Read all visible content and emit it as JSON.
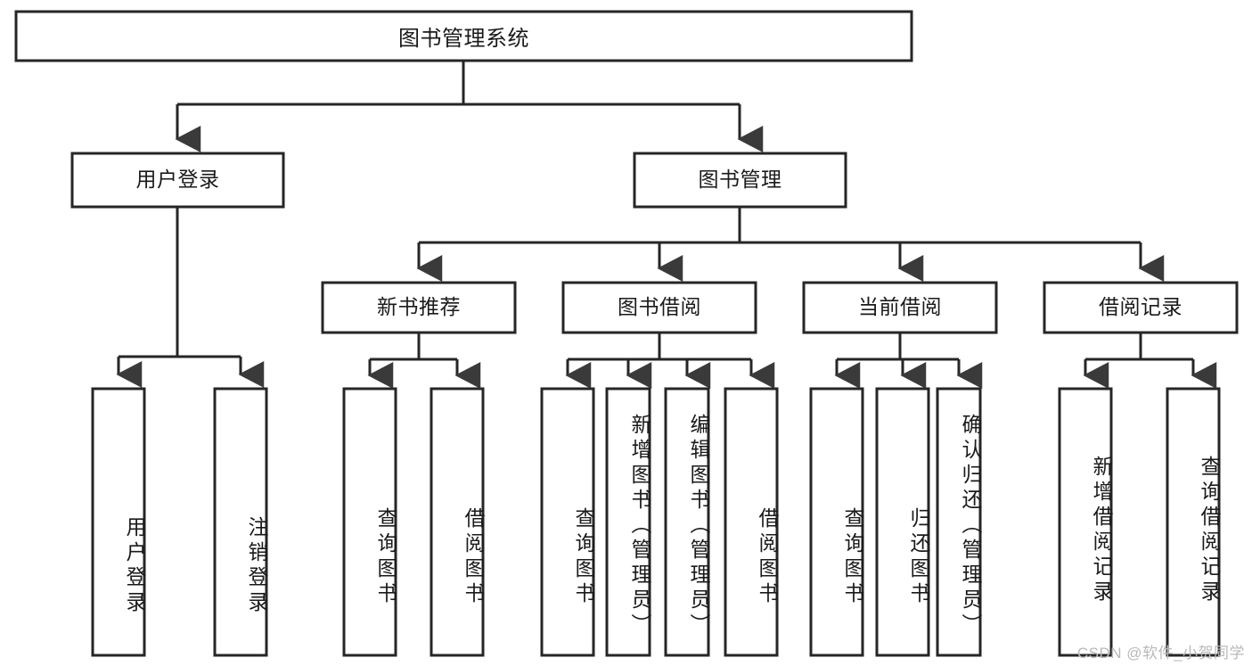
{
  "diagram": {
    "type": "tree-hierarchy",
    "title": "图书管理系统",
    "root": {
      "id": "root",
      "label": "图书管理系统"
    },
    "level2": [
      {
        "id": "user-login",
        "label": "用户登录"
      },
      {
        "id": "book-management",
        "label": "图书管理"
      }
    ],
    "level3": [
      {
        "id": "new-book-recommend",
        "label": "新书推荐",
        "parent": "book-management"
      },
      {
        "id": "book-borrow",
        "label": "图书借阅",
        "parent": "book-management"
      },
      {
        "id": "current-borrow",
        "label": "当前借阅",
        "parent": "book-management"
      },
      {
        "id": "borrow-record",
        "label": "借阅记录",
        "parent": "book-management"
      }
    ],
    "leaves": {
      "user_login": [
        {
          "id": "leaf-user-login",
          "label": "用户登录"
        },
        {
          "id": "leaf-logout",
          "label": "注销登录"
        }
      ],
      "new_book_recommend": [
        {
          "id": "leaf-query-book-1",
          "label": "查询图书"
        },
        {
          "id": "leaf-borrow-book-1",
          "label": "借阅图书"
        }
      ],
      "book_borrow": [
        {
          "id": "leaf-query-book-2",
          "label": "查询图书"
        },
        {
          "id": "leaf-add-book",
          "label": "新增图书（管理员）"
        },
        {
          "id": "leaf-edit-book",
          "label": "编辑图书（管理员）"
        },
        {
          "id": "leaf-borrow-book-2",
          "label": "借阅图书"
        }
      ],
      "current_borrow": [
        {
          "id": "leaf-query-book-3",
          "label": "查询图书"
        },
        {
          "id": "leaf-return-book",
          "label": "归还图书"
        },
        {
          "id": "leaf-confirm-return",
          "label": "确认归还（管理员）"
        }
      ],
      "borrow_record": [
        {
          "id": "leaf-add-record",
          "label": "新增借阅记录"
        },
        {
          "id": "leaf-query-record",
          "label": "查询借阅记录"
        }
      ]
    }
  },
  "watermark": {
    "text": "CSDN @软件_小贺同学"
  },
  "colors": {
    "background": "#ffffff",
    "box_fill": "#ffffff",
    "box_stroke": "#262626",
    "text": "#1a1a1a",
    "watermark": "#b9b9b9"
  }
}
